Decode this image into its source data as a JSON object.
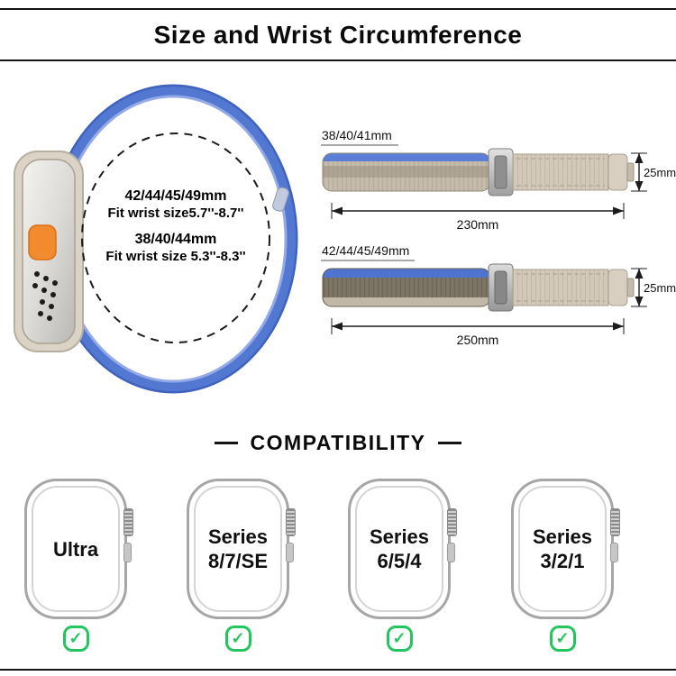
{
  "header": {
    "title": "Size and Wrist Circumference"
  },
  "size_info": {
    "group1_size": "42/44/45/49mm",
    "group1_fit": "Fit wrist size5.7''-8.7''",
    "group2_size": "38/40/44mm",
    "group2_fit": "Fit wrist size 5.3''-8.3''"
  },
  "bands": [
    {
      "label": "38/40/41mm",
      "length": "230mm",
      "width": "25mm"
    },
    {
      "label": "42/44/45/49mm",
      "length": "250mm",
      "width": "25mm"
    }
  ],
  "compatibility": {
    "heading": "COMPATIBILITY",
    "models": [
      {
        "line1": "Ultra",
        "line2": ""
      },
      {
        "line1": "Series",
        "line2": "8/7/SE"
      },
      {
        "line1": "Series",
        "line2": "6/5/4"
      },
      {
        "line1": "Series",
        "line2": "3/2/1"
      }
    ]
  },
  "icons": {
    "check": "✓"
  },
  "colors": {
    "band_blue": "#5378d2",
    "action_button_orange": "#f28a2e",
    "check_green": "#22c55e"
  }
}
